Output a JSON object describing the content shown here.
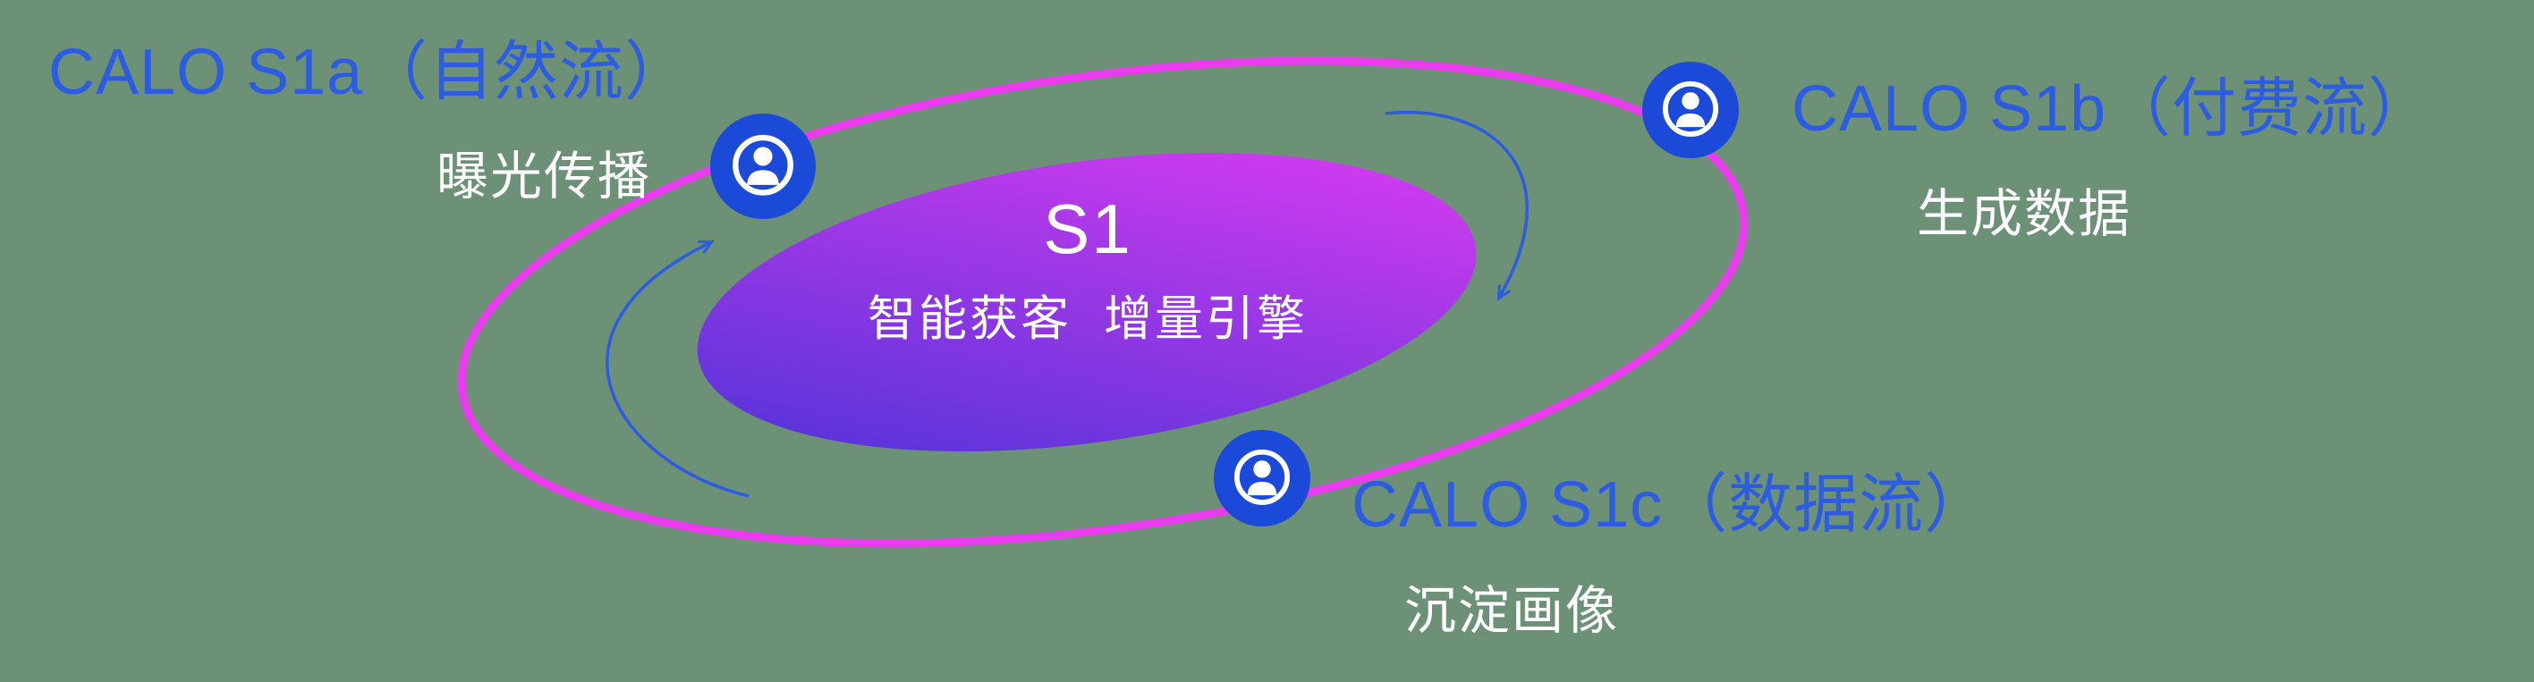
{
  "colors": {
    "background": "#6c9177",
    "accent": "#2b5ce2",
    "ring": "#ea3cee",
    "grad-start": "#4733d6",
    "grad-end": "#e33cf2",
    "icon-bg": "#1b49d8"
  },
  "center": {
    "title": "S1",
    "subtitle": "智能获客  增量引擎"
  },
  "nodes": {
    "s1a": {
      "label": "CALO S1a（自然流）",
      "sublabel": "曝光传播",
      "icon": "user-icon"
    },
    "s1b": {
      "label": "CALO S1b（付费流）",
      "sublabel": "生成数据",
      "icon": "user-icon"
    },
    "s1c": {
      "label": "CALO S1c（数据流）",
      "sublabel": "沉淀画像",
      "icon": "user-icon"
    }
  }
}
